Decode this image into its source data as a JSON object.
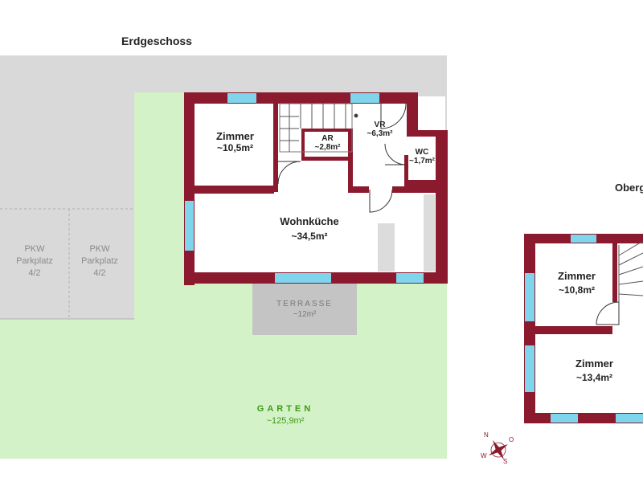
{
  "ground_floor": {
    "title": "Erdgeschoss",
    "rooms": [
      {
        "name": "Zimmer",
        "area": "~10,5m²"
      },
      {
        "name": "AR",
        "area": "~2,8m²"
      },
      {
        "name": "VR",
        "area": "~6,3m²"
      },
      {
        "name": "WC",
        "area": "~1,7m²"
      },
      {
        "name": "Wohnküche",
        "area": "~34,5m²"
      }
    ],
    "parking": [
      {
        "line1": "PKW",
        "line2": "Parkplatz",
        "line3": "4/2"
      },
      {
        "line1": "PKW",
        "line2": "Parkplatz",
        "line3": "4/2"
      }
    ],
    "terrace": {
      "name": "TERRASSE",
      "area": "~12m²"
    },
    "garden": {
      "name": "GARTEN",
      "area": "~125,9m²"
    }
  },
  "upper_floor": {
    "title_partial": "Oberg",
    "rooms": [
      {
        "name": "Zimmer",
        "area": "~10,8m²"
      },
      {
        "name": "Zimmer",
        "area": "~13,4m²"
      }
    ]
  },
  "compass": {
    "n": "N",
    "o": "O",
    "s": "S",
    "w": "W"
  },
  "colors": {
    "wall": "#8b1a2e",
    "window": "#7fd6ec",
    "garden": "#d3f2c8",
    "paving": "#d9d9d9",
    "terrace": "#c4c4c4"
  }
}
